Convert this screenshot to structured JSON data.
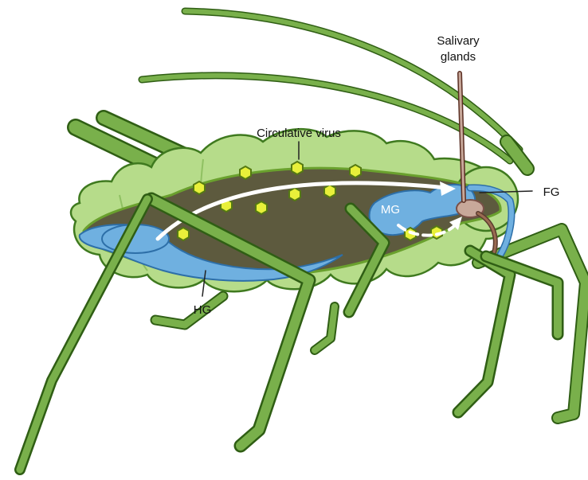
{
  "colors": {
    "body_outer": "#b6dc8a",
    "body_outline": "#3f7a1f",
    "leg": "#79b04b",
    "leg_outline": "#2f5e14",
    "gut_fill": "#5d5a3e",
    "gut_outline": "#6aa12e",
    "hemolymph": "#6fb0e0",
    "virus": "#e8f03a",
    "virus_outline": "#557a12",
    "salivary_gland": "#c8a89a",
    "arrow": "#ffffff"
  },
  "labels": {
    "circulative_virus": "Circulative virus",
    "salivary_glands_line1": "Salivary",
    "salivary_glands_line2": "glands",
    "fg": "FG",
    "mg": "MG",
    "hg": "HG"
  }
}
